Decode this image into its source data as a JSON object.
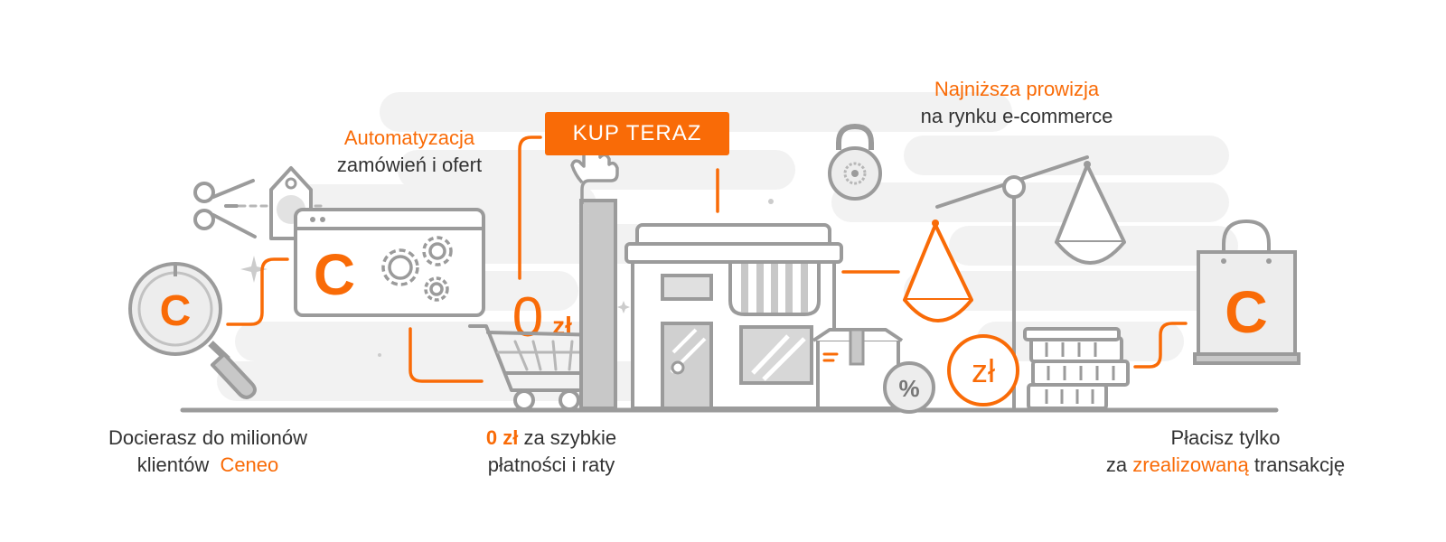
{
  "labels": {
    "reach": {
      "line1": "Docierasz do milionów",
      "line2_prefix": "klientów",
      "line2_highlight": "Ceneo"
    },
    "automation": {
      "line1": "Automatyzacja",
      "line2": "zamówień i ofert"
    },
    "payments": {
      "line1_highlight": "0 zł",
      "line1_rest": "za szybkie",
      "line2": "płatności i raty"
    },
    "commission": {
      "line1": "Najniższa prowizja",
      "line2": "na rynku e-commerce"
    },
    "pay_only": {
      "line1": "Płacisz tylko",
      "line2_prefix": "za",
      "line2_highlight": "zrealizowaną",
      "line2_suffix": "transakcję"
    }
  },
  "buy_button": {
    "label": "KUP TERAZ"
  },
  "icon_text": {
    "ceneo_letter": "C",
    "zero_price": "0",
    "currency": "zł",
    "percent": "%"
  },
  "icons": [
    "magnifier-icon",
    "scissors-icon",
    "price-tag-icon",
    "browser-window-icon",
    "gear-icon",
    "shopping-cart-icon",
    "hand-pointer-icon",
    "padlock-icon",
    "shop-building-icon",
    "parcel-box-icon",
    "percent-badge-icon",
    "balance-scale-icon",
    "coin-icon",
    "coin-stack-icon",
    "shopping-bag-icon"
  ],
  "colors": {
    "accent": "#f96b07",
    "line_gray": "#9b9b9b",
    "fill_gray": "#c8c8c8",
    "cloud": "#f2f2f2",
    "text": "#333333"
  }
}
